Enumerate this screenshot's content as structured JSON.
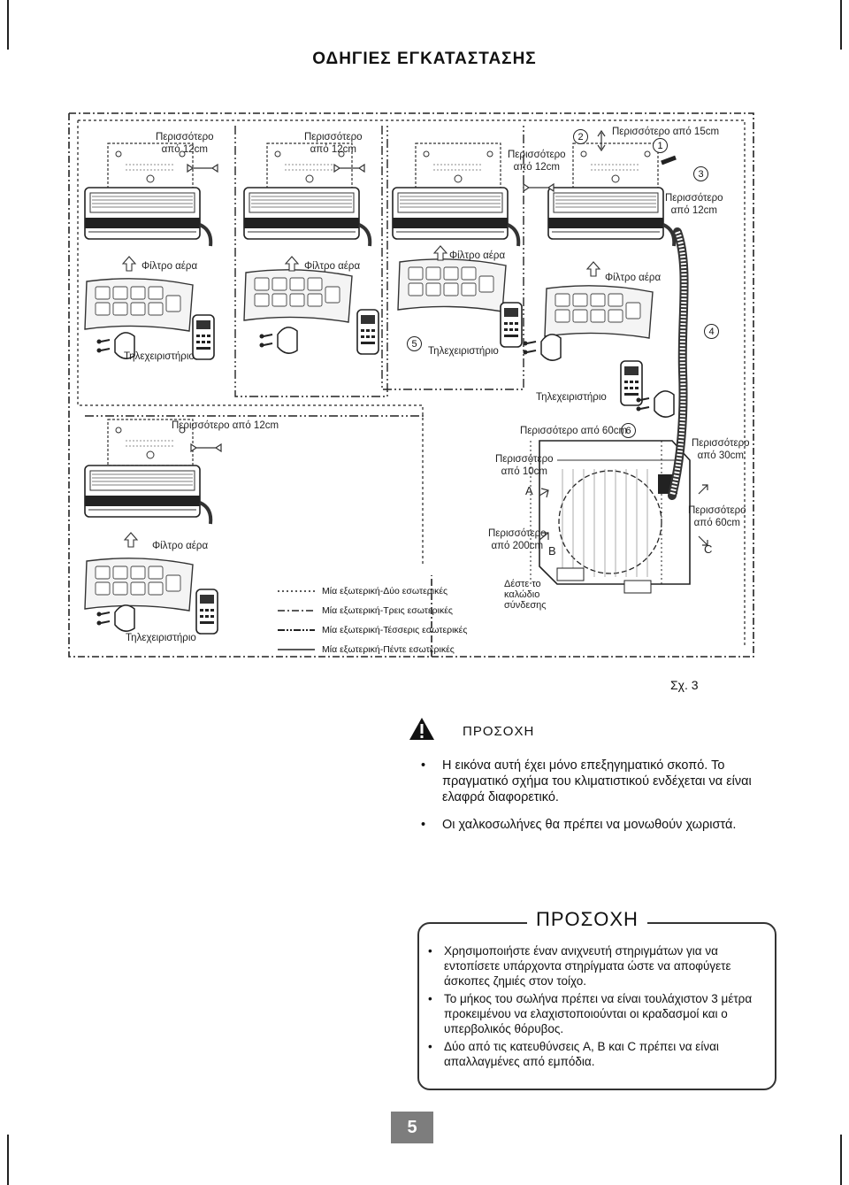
{
  "title": "ΟΔΗΓΙΕΣ ΕΓΚΑΤΑΣΤΑΣΗΣ",
  "diagram": {
    "labels": {
      "more_12cm_a": "Περισσότερο\nαπό 12cm",
      "more_12cm_b": "Περισσότερο\nαπό 12cm",
      "more_12cm_c": "Περισσότερο\nαπό 12cm",
      "more_15cm": "Περισσότερο από 15cm",
      "more_12cm_d": "Περισσότερο\nαπό 12cm",
      "air_filter_1": "Φίλτρο αέρα",
      "air_filter_2": "Φίλτρο αέρα",
      "air_filter_3": "Φίλτρο αέρα",
      "air_filter_4": "Φίλτρο αέρα",
      "remote_1": "Τηλεχειριστήριο",
      "remote_2": "Τηλεχειριστήριο",
      "remote_3": "Τηλεχειριστήριο",
      "more_12cm_e": "Περισσότερο από 12cm",
      "more_60cm_top": "Περισσότερο από 60cm",
      "more_10cm": "Περισσότερο\nαπό 10cm",
      "more_30cm": "Περισσότερο\nαπό 30cm",
      "letter_a": "A",
      "letter_b": "B",
      "letter_c": "C",
      "more_60cm_side": "Περισσότερο\nαπό 60cm",
      "more_200cm": "Περισσότερο\nαπό 200cm",
      "air_filter_5": "Φίλτρο αέρα",
      "tie_cable": "Δέστε το\nκαλώδιο\nσύνδεσης",
      "remote_4": "Τηλεχειριστήριο"
    },
    "numbers": [
      "1",
      "2",
      "3",
      "4",
      "5",
      "6"
    ],
    "legend": [
      "Μία εξωτερική-Δύο εσωτερικές",
      "Μία εξωτερική-Τρεις εσωτερικές",
      "Μία εξωτερική-Τέσσερις εσωτερικές",
      "Μία εξωτερική-Πέντε εσωτερικές"
    ]
  },
  "figure_caption": "Σχ. 3",
  "warning": {
    "heading": "ΠΡΟΣΟΧΗ",
    "bullets": [
      "Η εικόνα αυτή έχει μόνο επεξηγηματικό σκοπό. Το πραγματικό σχήμα του κλιματιστικού ενδέχεται να είναι ελαφρά διαφορετικό.",
      "Οι χαλκοσωλήνες θα πρέπει να μονωθούν χωριστά."
    ]
  },
  "caution_box": {
    "heading": "ΠΡΟΣΟΧΗ",
    "bullets": [
      "Χρησιμοποιήστε έναν ανιχνευτή στηριγμάτων για να εντοπίσετε υπάρχοντα στηρίγματα ώστε να αποφύγετε άσκοπες ζημιές στον τοίχο.",
      "Το μήκος του σωλήνα πρέπει να είναι τουλάχιστον 3 μέτρα προκειμένου να ελαχιστοποιούνται οι κραδασμοί και ο υπερβολικός θόρυβος.",
      "Δύο από τις κατευθύνσεις A, B και C πρέπει να είναι απαλλαγμένες από εμπόδια."
    ]
  },
  "page_number": "5"
}
